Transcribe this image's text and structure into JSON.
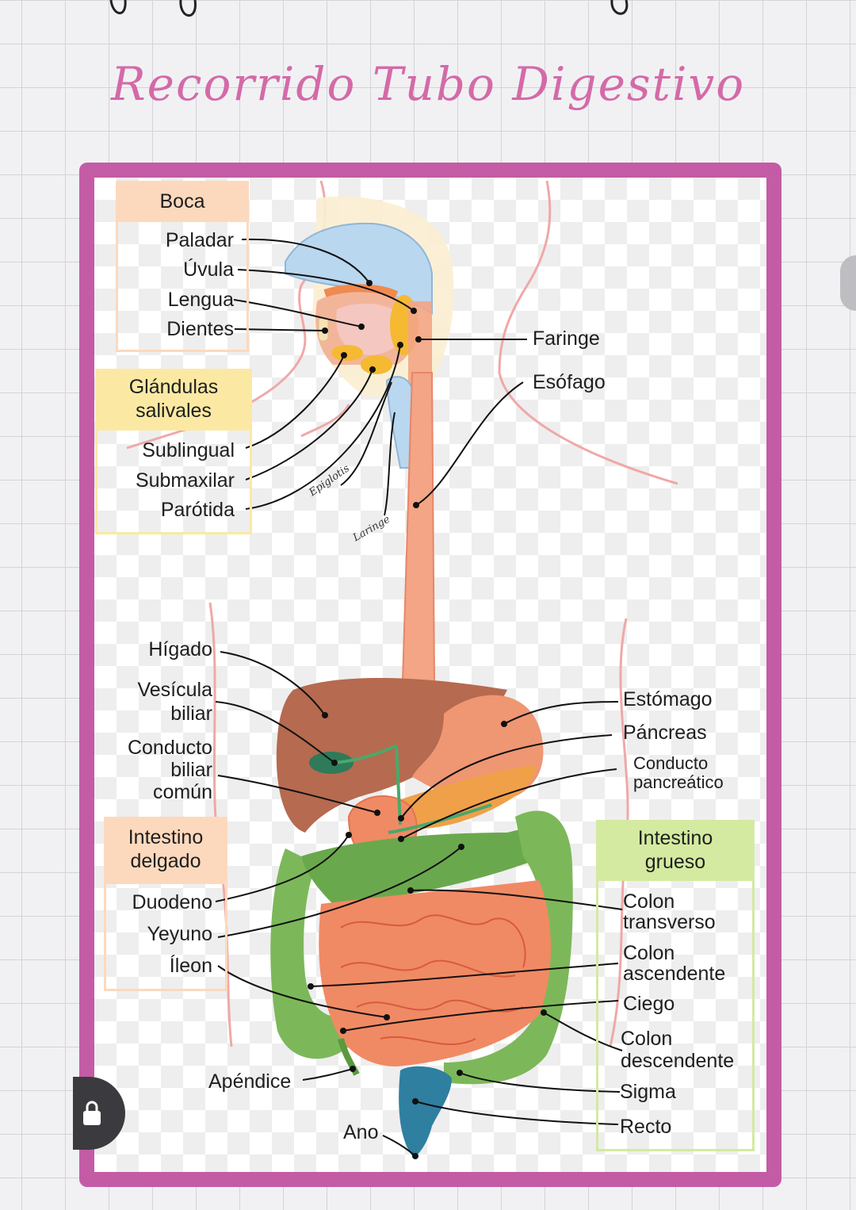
{
  "title": "Recorrido Tubo Digestivo",
  "colors": {
    "frame": "#c35ca5",
    "title": "#d46aa8",
    "boca_header": "#fcd9bd",
    "glandulas_header": "#fbe9a3",
    "intestino_delgado_header": "#fcd9bd",
    "intestino_grueso_header": "#d4eaa0",
    "small_intestine": "#f08a64",
    "large_intestine": "#7cb85a",
    "liver": "#b66a4f",
    "esophagus": "#f3a585"
  },
  "sections": {
    "boca": {
      "header": "Boca",
      "items": [
        "Paladar",
        "Úvula",
        "Lengua",
        "Dientes"
      ]
    },
    "glandulas": {
      "header": "Glándulas salivales",
      "items": [
        "Sublingual",
        "Submaxilar",
        "Parótida"
      ]
    },
    "intestino_delgado": {
      "header": "Intestino delgado",
      "items": [
        "Duodeno",
        "Yeyuno",
        "Íleon"
      ]
    },
    "intestino_grueso": {
      "header": "Intestino grueso",
      "items": [
        "Colon transverso",
        "Colon ascendente",
        "Ciego",
        "Colon descendente",
        "Sigma",
        "Recto"
      ]
    }
  },
  "labels": {
    "faringe": "Faringe",
    "esofago": "Esófago",
    "epiglotis": "Epiglotis",
    "laringe": "Laringe",
    "higado": "Hígado",
    "vesicula": "Vesícula biliar",
    "conducto_biliar": "Conducto biliar común",
    "estomago": "Estómago",
    "pancreas": "Páncreas",
    "conducto_pancreatico": "Conducto pancreático",
    "apendice": "Apéndice",
    "ano": "Ano"
  },
  "icons": {
    "side_button": "lock-icon"
  }
}
